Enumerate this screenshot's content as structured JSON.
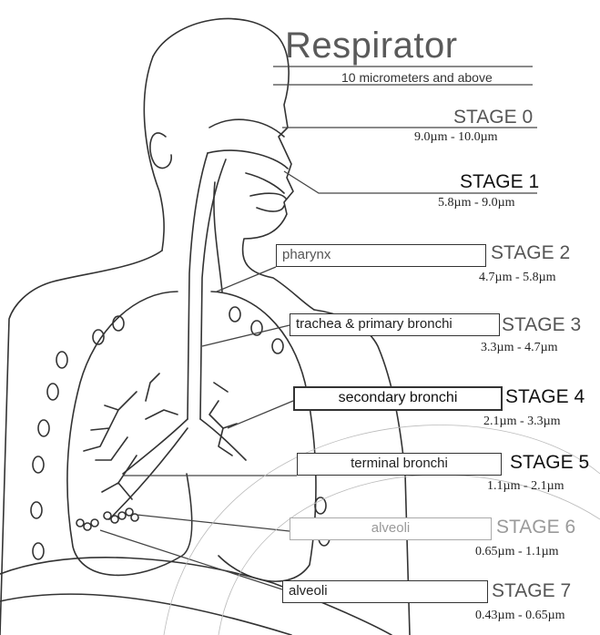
{
  "title": "Respirator",
  "subtitle": "10 micrometers and above",
  "stages": [
    {
      "stage": "STAGE 0",
      "range": "9.0µm - 10.0µm",
      "region": ""
    },
    {
      "stage": "STAGE 1",
      "range": "5.8µm - 9.0µm",
      "region": ""
    },
    {
      "stage": "STAGE 2",
      "range": "4.7µm - 5.8µm",
      "region": "pharynx"
    },
    {
      "stage": "STAGE 3",
      "range": "3.3µm - 4.7µm",
      "region": "trachea & primary bronchi"
    },
    {
      "stage": "STAGE 4",
      "range": "2.1µm - 3.3µm",
      "region": "secondary bronchi"
    },
    {
      "stage": "STAGE 5",
      "range": "1.1µm - 2.1µm",
      "region": "terminal bronchi"
    },
    {
      "stage": "STAGE 6",
      "range": "0.65µm - 1.1µm",
      "region": "alveoli"
    },
    {
      "stage": "STAGE 7",
      "range": "0.43µm - 0.65µm",
      "region": "alveoli"
    }
  ]
}
